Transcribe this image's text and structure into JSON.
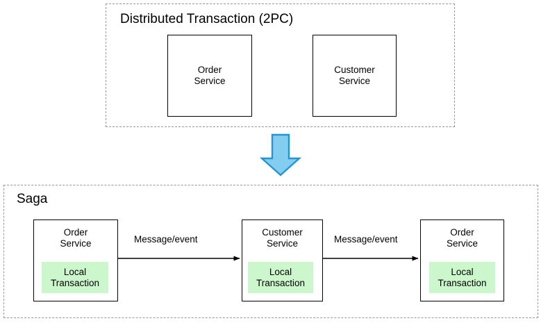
{
  "diagram": {
    "title_top": "Distributed Transaction (2PC)",
    "title_bottom": "Saga",
    "colors": {
      "local_transaction_fill": "#ccf7cc",
      "arrow_fill": "#82cdf0",
      "arrow_stroke": "#2196d3",
      "group_border": "#999999",
      "box_border": "#000000",
      "text": "#000000",
      "background": "#ffffff"
    },
    "groups": [
      {
        "id": "distributed-transaction-2pc",
        "label": "Distributed Transaction (2PC)",
        "style": "dashed",
        "boxes": [
          {
            "id": "order-service",
            "label": "Order\nService"
          },
          {
            "id": "customer-service",
            "label": "Customer\nService"
          }
        ]
      },
      {
        "id": "saga",
        "label": "Saga",
        "style": "dashed",
        "boxes": [
          {
            "id": "order-service-1",
            "label": "Order\nService",
            "local_transaction": "Local\nTransaction"
          },
          {
            "id": "customer-service",
            "label": "Customer\nService",
            "local_transaction": "Local\nTransaction"
          },
          {
            "id": "order-service-2",
            "label": "Order\nService",
            "local_transaction": "Local\nTransaction"
          }
        ],
        "edges": [
          {
            "id": "edge-1",
            "label": "Message/event",
            "from": "order-service-1",
            "to": "customer-service"
          },
          {
            "id": "edge-2",
            "label": "Message/event",
            "from": "customer-service",
            "to": "order-service-2"
          }
        ]
      }
    ],
    "transition": {
      "id": "down-arrow",
      "icon": "arrow-down-icon",
      "direction": "down",
      "label": ""
    }
  }
}
